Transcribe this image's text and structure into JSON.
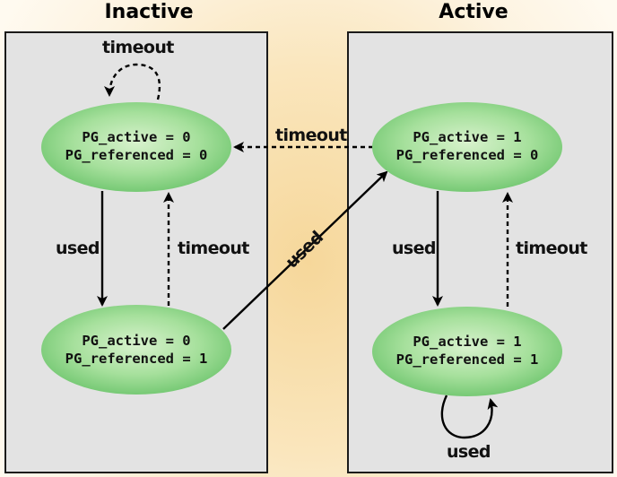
{
  "headings": {
    "inactive": "Inactive",
    "active": "Active"
  },
  "states": {
    "inactive_unref": {
      "line1": "PG_active = 0",
      "line2": "PG_referenced = 0"
    },
    "inactive_ref": {
      "line1": "PG_active = 0",
      "line2": "PG_referenced = 1"
    },
    "active_unref": {
      "line1": "PG_active = 1",
      "line2": "PG_referenced = 0"
    },
    "active_ref": {
      "line1": "PG_active = 1",
      "line2": "PG_referenced = 1"
    }
  },
  "edges": {
    "inactive_self_timeout": "timeout",
    "active_to_inactive_timeout": "timeout",
    "inactive_unref_used": "used",
    "inactive_ref_timeout": "timeout",
    "inactive_to_active_used": "used",
    "active_unref_used": "used",
    "active_ref_timeout": "timeout",
    "active_self_used": "used"
  },
  "colors": {
    "state_fill_center": "#d4f0c8",
    "state_fill_edge": "#7fcf7f",
    "panel_fill": "#e3e3e3"
  }
}
